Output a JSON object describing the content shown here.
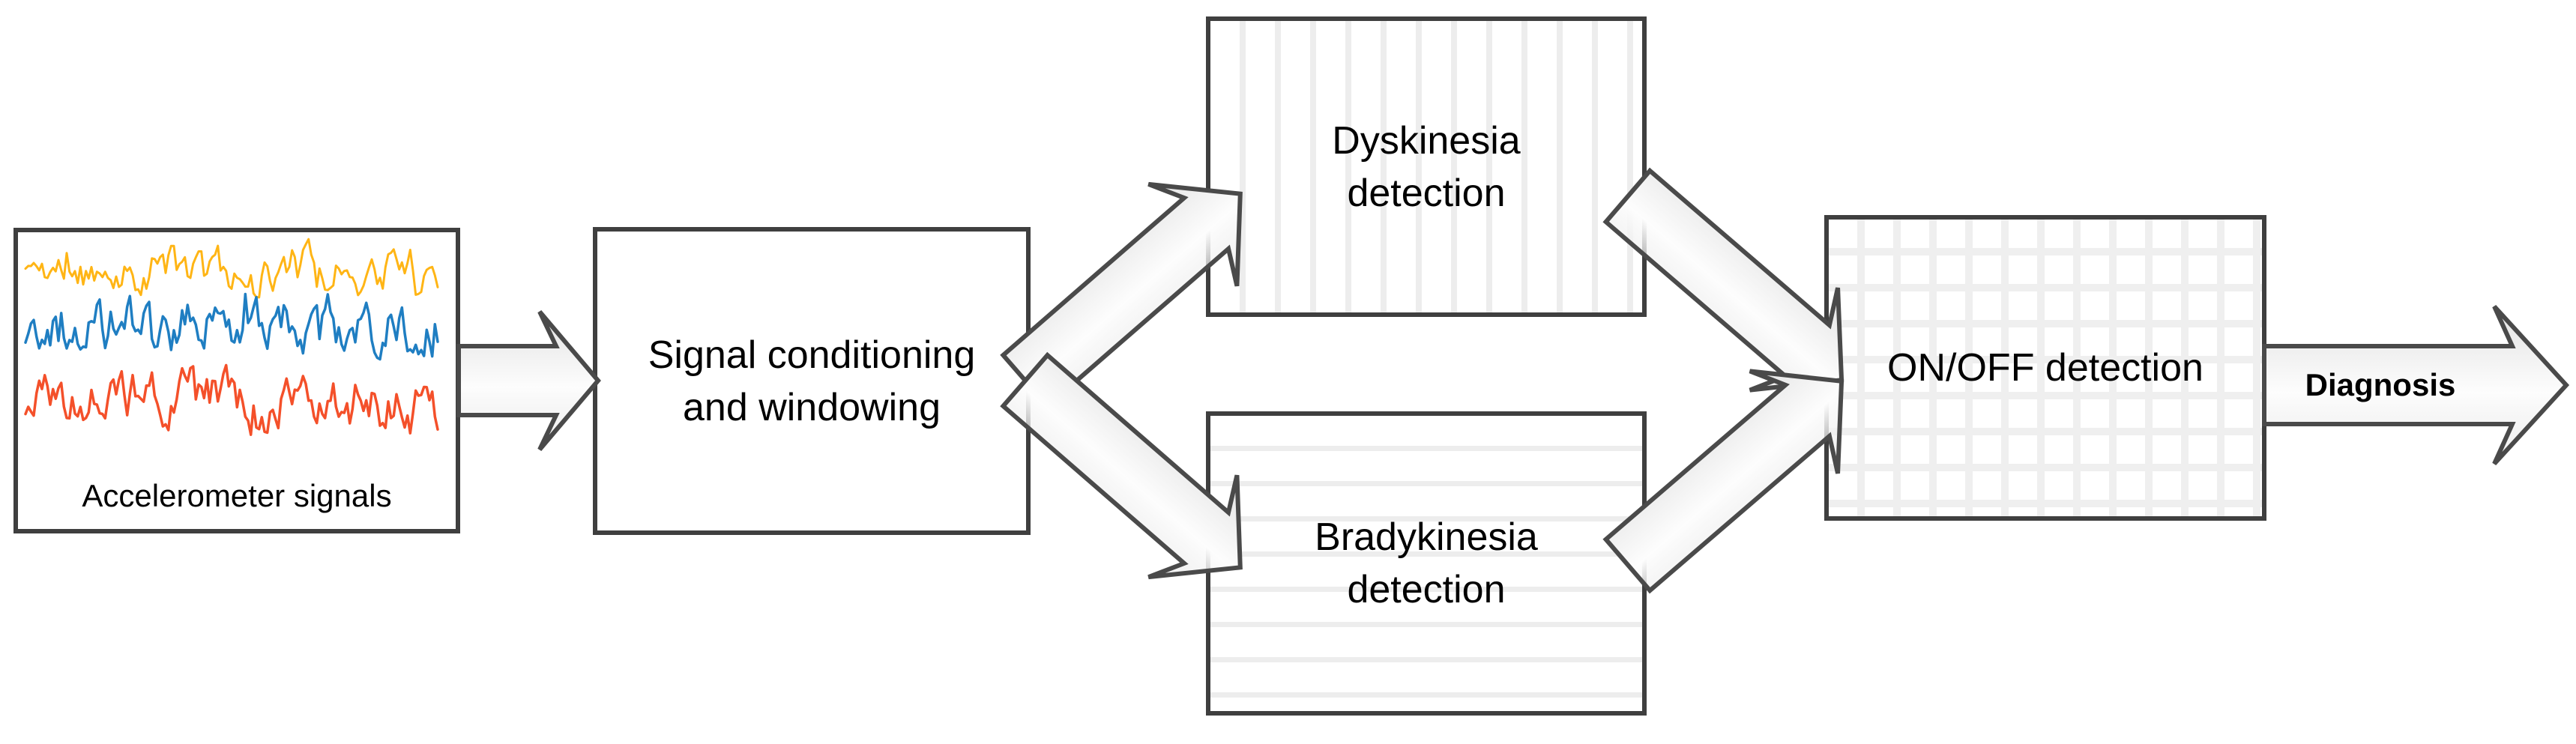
{
  "diagram": {
    "nodes": [
      {
        "id": "accelerometer-signals",
        "label": "Accelerometer signals"
      },
      {
        "id": "signal-conditioning",
        "lines": [
          "Signal conditioning",
          "and windowing"
        ]
      },
      {
        "id": "dyskinesia-detection",
        "lines": [
          "Dyskinesia",
          "detection"
        ]
      },
      {
        "id": "bradykinesia-detection",
        "lines": [
          "Bradykinesia",
          "detection"
        ]
      },
      {
        "id": "on-off-detection",
        "label": "ON/OFF detection"
      }
    ],
    "output_label": "Diagnosis",
    "colors": {
      "box_border": "#3f3f3f",
      "arrow_stroke": "#4a4a4a",
      "arrow_fill_start": "#e2e2e2",
      "arrow_fill_end": "#fdfdfd",
      "stripe": "#ededed",
      "grid_line": "#efefef",
      "waveform_yellow": "#ffb515",
      "waveform_blue": "#1f7ec2",
      "waveform_red": "#f4502a"
    }
  }
}
